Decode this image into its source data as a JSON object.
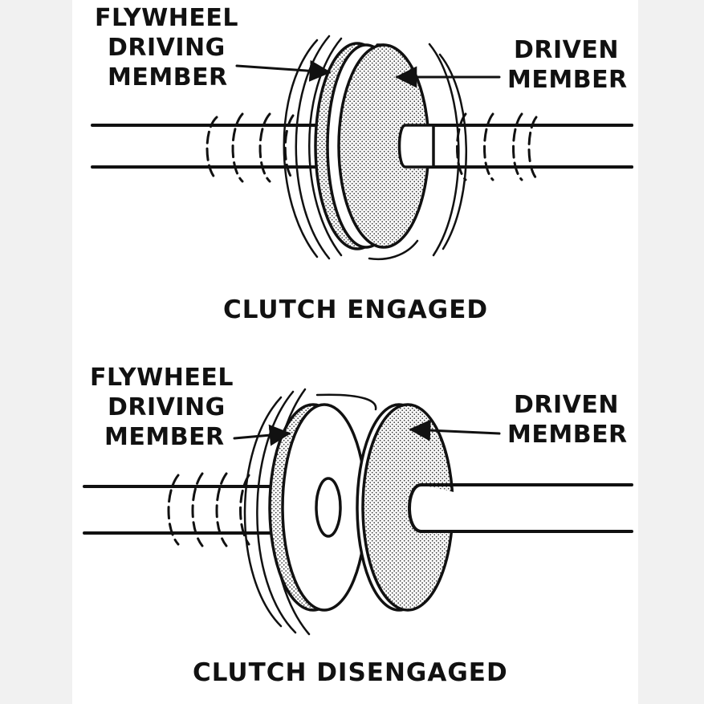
{
  "panels": {
    "engaged": {
      "flywheel_label": [
        "FLYWHEEL",
        "DRIVING",
        "MEMBER"
      ],
      "driven_label": [
        "DRIVEN",
        "MEMBER"
      ],
      "caption": "CLUTCH ENGAGED"
    },
    "disengaged": {
      "flywheel_label": [
        "FLYWHEEL",
        "DRIVING",
        "MEMBER"
      ],
      "driven_label": [
        "DRIVEN",
        "MEMBER"
      ],
      "caption": "CLUTCH DISENGAGED"
    }
  },
  "colors": {
    "ink": "#111111",
    "background": "#ffffff",
    "side_margin": "#f1f1f1"
  }
}
